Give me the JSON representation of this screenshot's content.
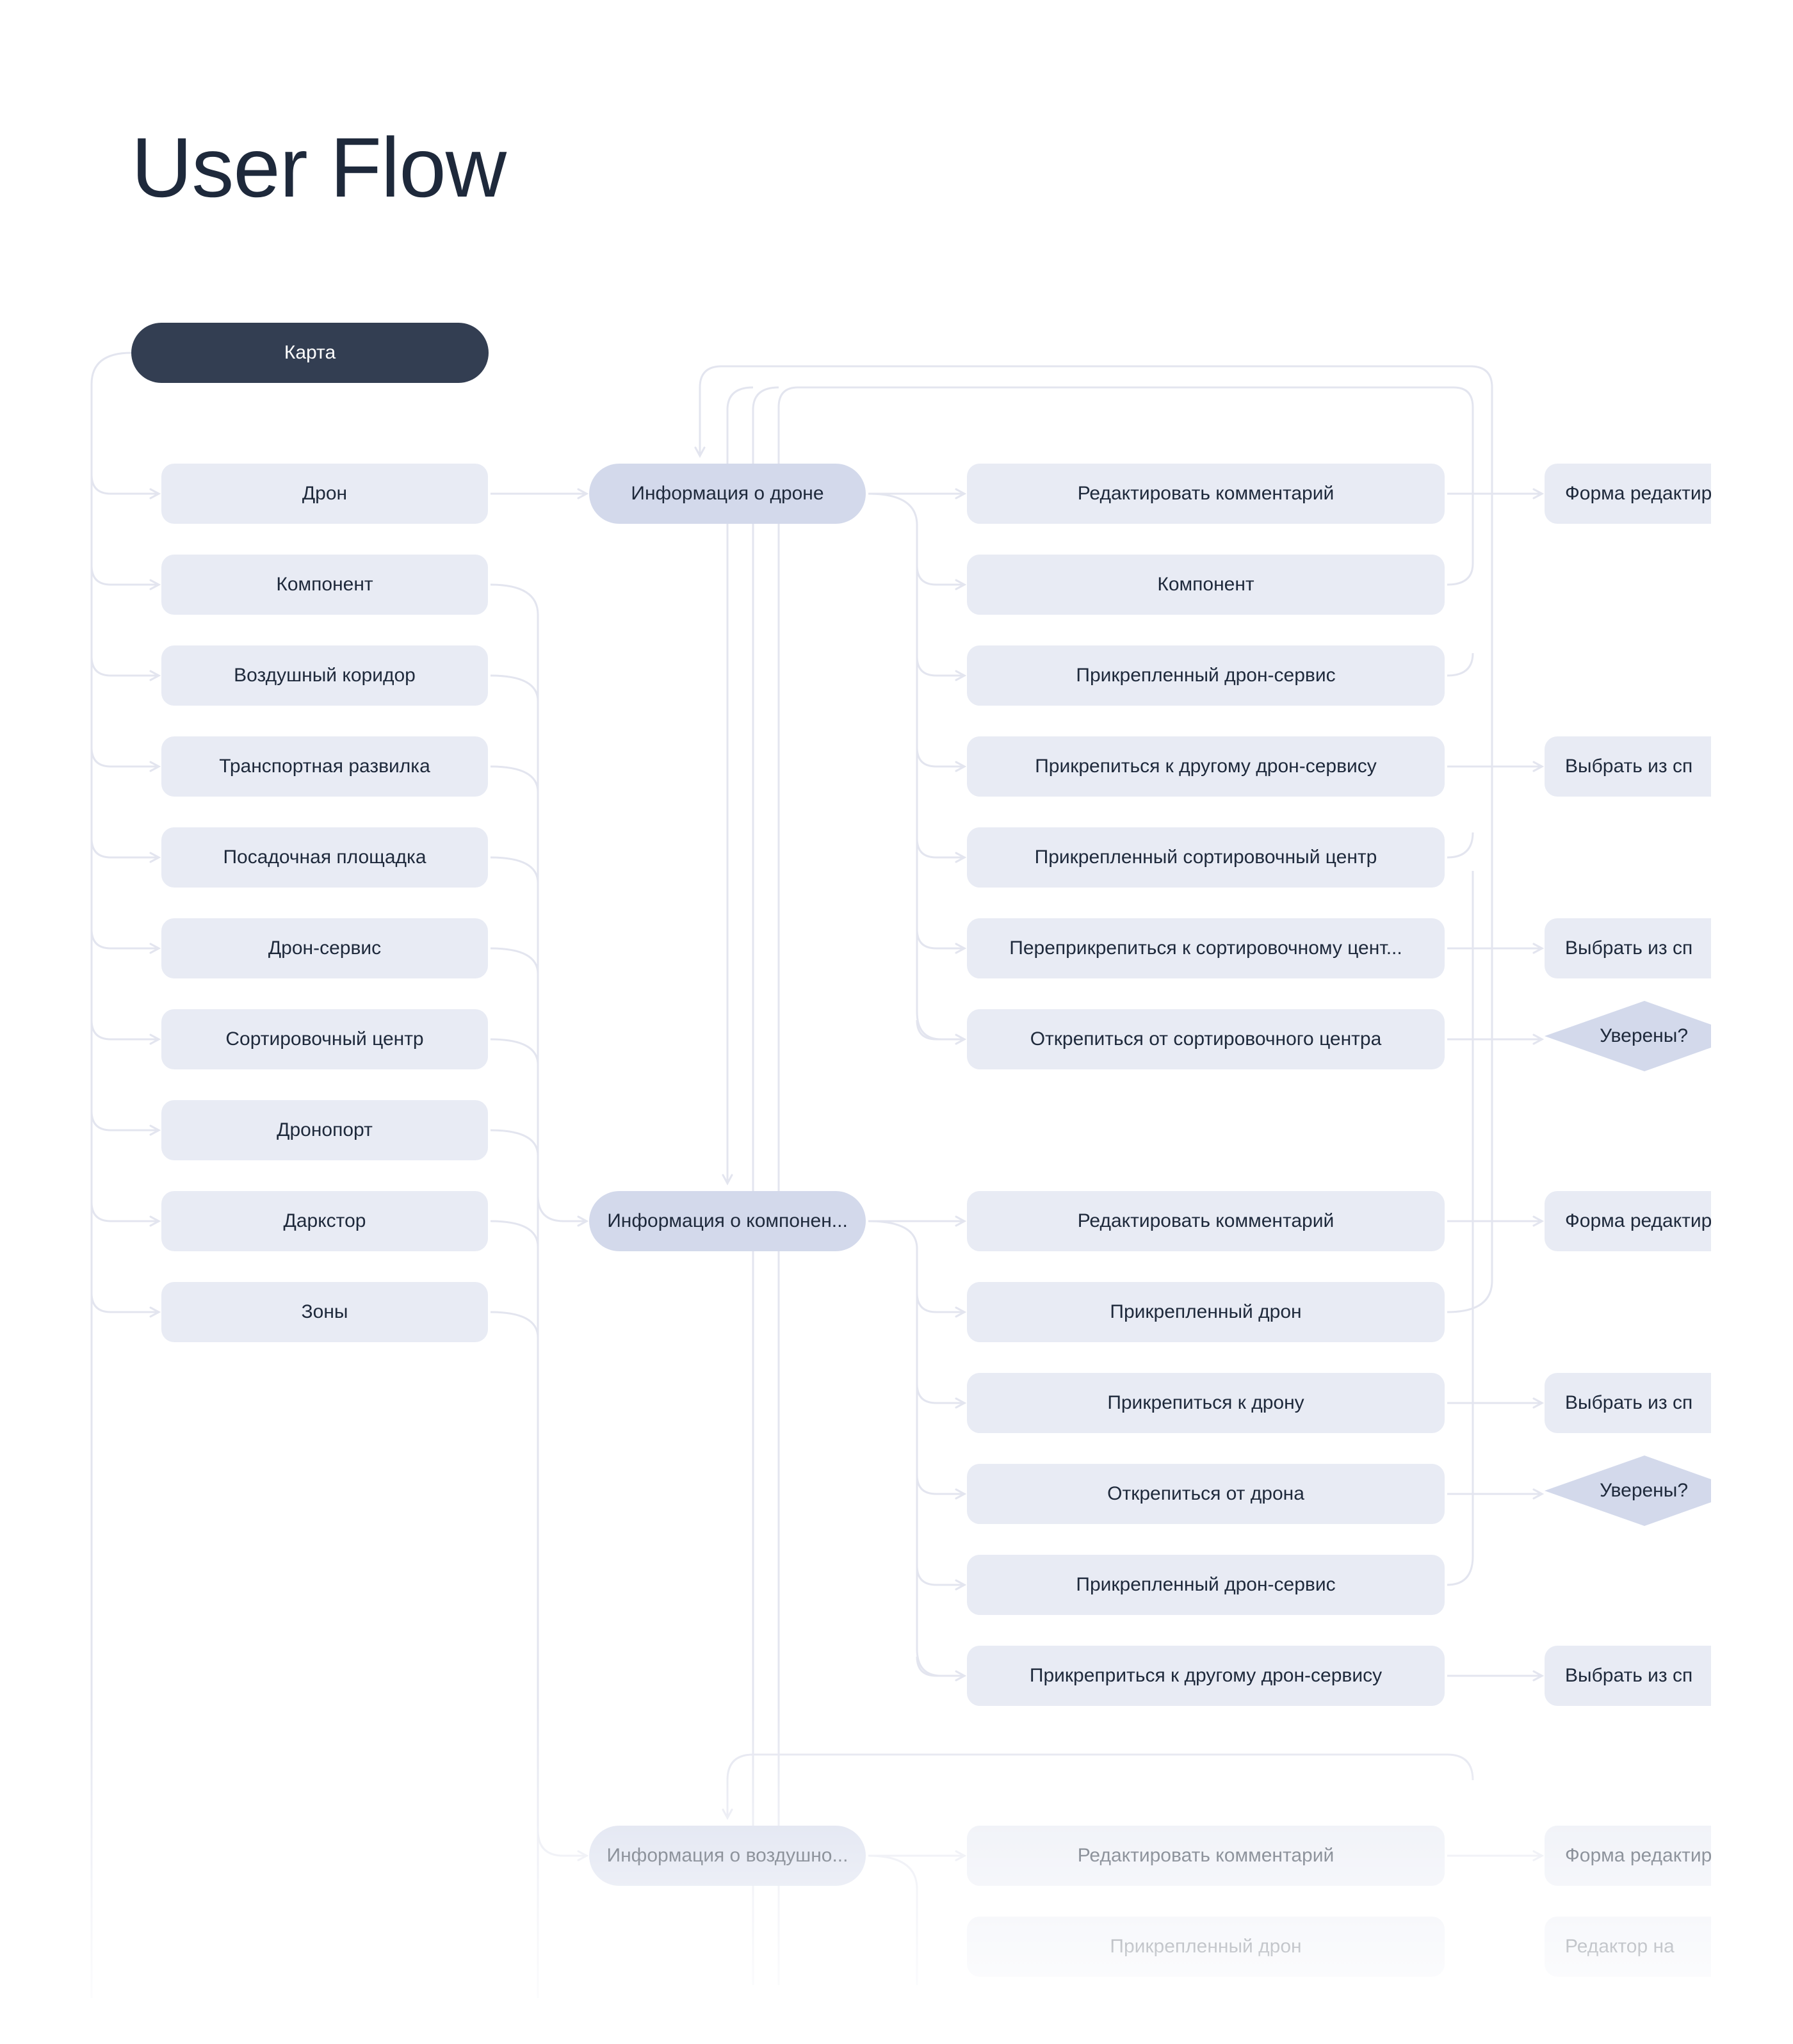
{
  "title": "User Flow",
  "root": "Карта",
  "sidebar": {
    "items": [
      "Дрон",
      "Компонент",
      "Воздушный коридор",
      "Транспортная развилка",
      "Посадочная площадка",
      "Дрон-сервис",
      "Сортировочный центр",
      "Дронопорт",
      "Даркстор",
      "Зоны"
    ]
  },
  "drone_section": {
    "info": "Информация о дроне",
    "actions": [
      "Редактировать комментарий",
      "Компонент",
      "Прикрепленный дрон-сервис",
      "Прикрепиться к другому дрон-сервису",
      "Прикрепленный сортировочный центр",
      "Переприкрепиться к сортировочному цент...",
      "Открепиться от сортировочного центра"
    ],
    "results": [
      "Форма редактир",
      "Выбрать из сп",
      "Выбрать из сп",
      "Уверены?"
    ]
  },
  "component_section": {
    "info": "Информация о компонен...",
    "actions": [
      "Редактировать комментарий",
      "Прикрепленный дрон",
      "Прикрепиться к дрону",
      "Открепиться от дрона",
      "Прикрепленный дрон-сервис",
      "Прикреприться к другому дрон-сервису"
    ],
    "results": [
      "Форма редактир",
      "Выбрать из сп",
      "Уверены?",
      "Выбрать из сп"
    ]
  },
  "corridor_section": {
    "info": "Информация о воздушно...",
    "actions": [
      "Редактировать комментарий",
      "Прикрепленный дрон"
    ],
    "results": [
      "Форма редактир",
      "Редактор на"
    ]
  },
  "colors": {
    "title": "#1e293b",
    "root_fill": "#333e52",
    "node_fill": "#e8ebf4",
    "info_fill": "#d3d9eb",
    "connector": "#e3e5ef",
    "text": "#1e293b"
  }
}
